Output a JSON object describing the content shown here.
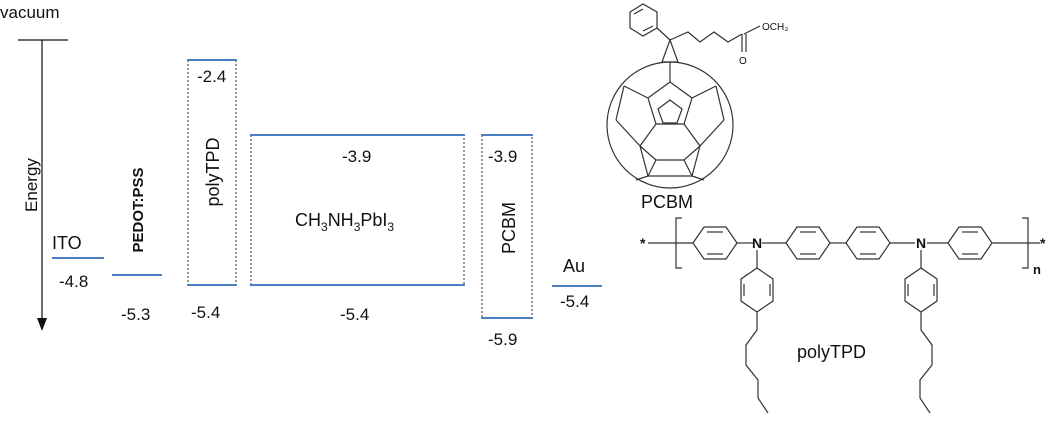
{
  "axis": {
    "top_label": "vacuum",
    "side_label": "Energy"
  },
  "levels": {
    "ito": {
      "name": "ITO",
      "value": "-4.8"
    },
    "pedot": {
      "name": "PEDOT:PSS",
      "value": "-5.3"
    },
    "polytpd": {
      "name": "polyTPD",
      "lumo": "-2.4",
      "homo": "-5.4"
    },
    "perovskite": {
      "name_main": "CH",
      "sub1": "3",
      "mid": "NH",
      "sub2": "3",
      "end": "PbI",
      "sub3": "3",
      "lumo": "-3.9",
      "homo": "-5.4"
    },
    "pcbm": {
      "name": "PCBM",
      "lumo": "-3.9",
      "homo": "-5.9"
    },
    "au": {
      "name": "Au",
      "value": "-5.4"
    }
  },
  "structures": {
    "pcbm_label": "PCBM",
    "methoxy_label": "OCH₃",
    "carbonyl_o": "O",
    "polytpd_label": "polyTPD",
    "n_atom": "N",
    "repeat_n": "n",
    "end_group": "*"
  },
  "colors": {
    "level_line": "#4a7fc1",
    "text": "#111111",
    "structure": "#333333"
  }
}
